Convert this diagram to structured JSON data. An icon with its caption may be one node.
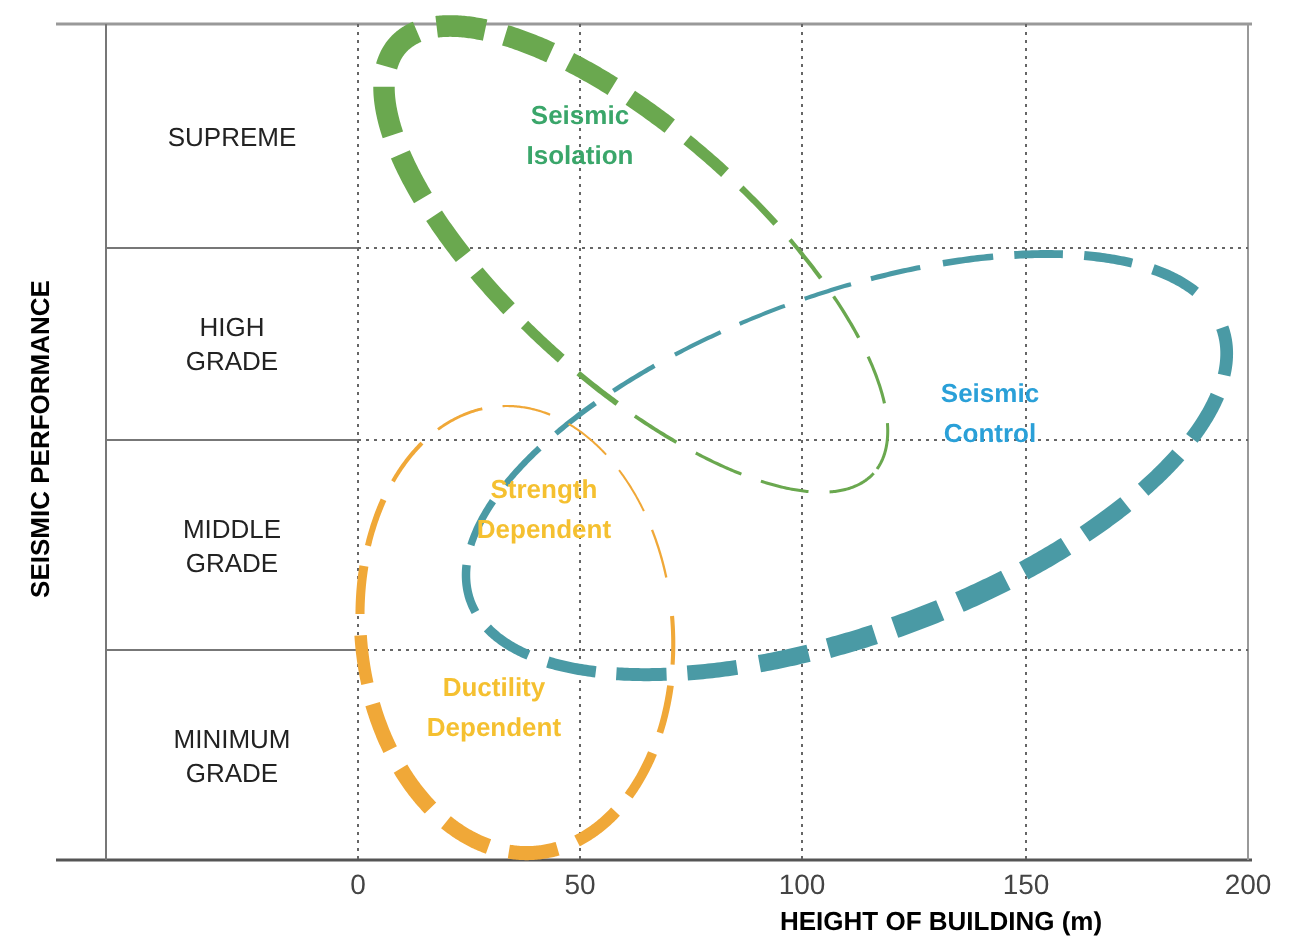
{
  "diagram": {
    "nodes": [
      {
        "text": [
          "Seismic Isolation"
        ]
      },
      {
        "text": [
          "Seismic Control"
        ]
      },
      {
        "text": [
          "Strength Dependent",
          "Ductility Dependent"
        ]
      }
    ],
    "labels": [
      "SUPREME",
      "HIGH GRADE",
      "MIDDLE GRADE",
      "MINIMUM GRADE",
      "SEISMIC PERFORMANCE",
      "0",
      "50",
      "100",
      "150",
      "200",
      "HEIGHT OF BUILDING (m)"
    ]
  }
}
